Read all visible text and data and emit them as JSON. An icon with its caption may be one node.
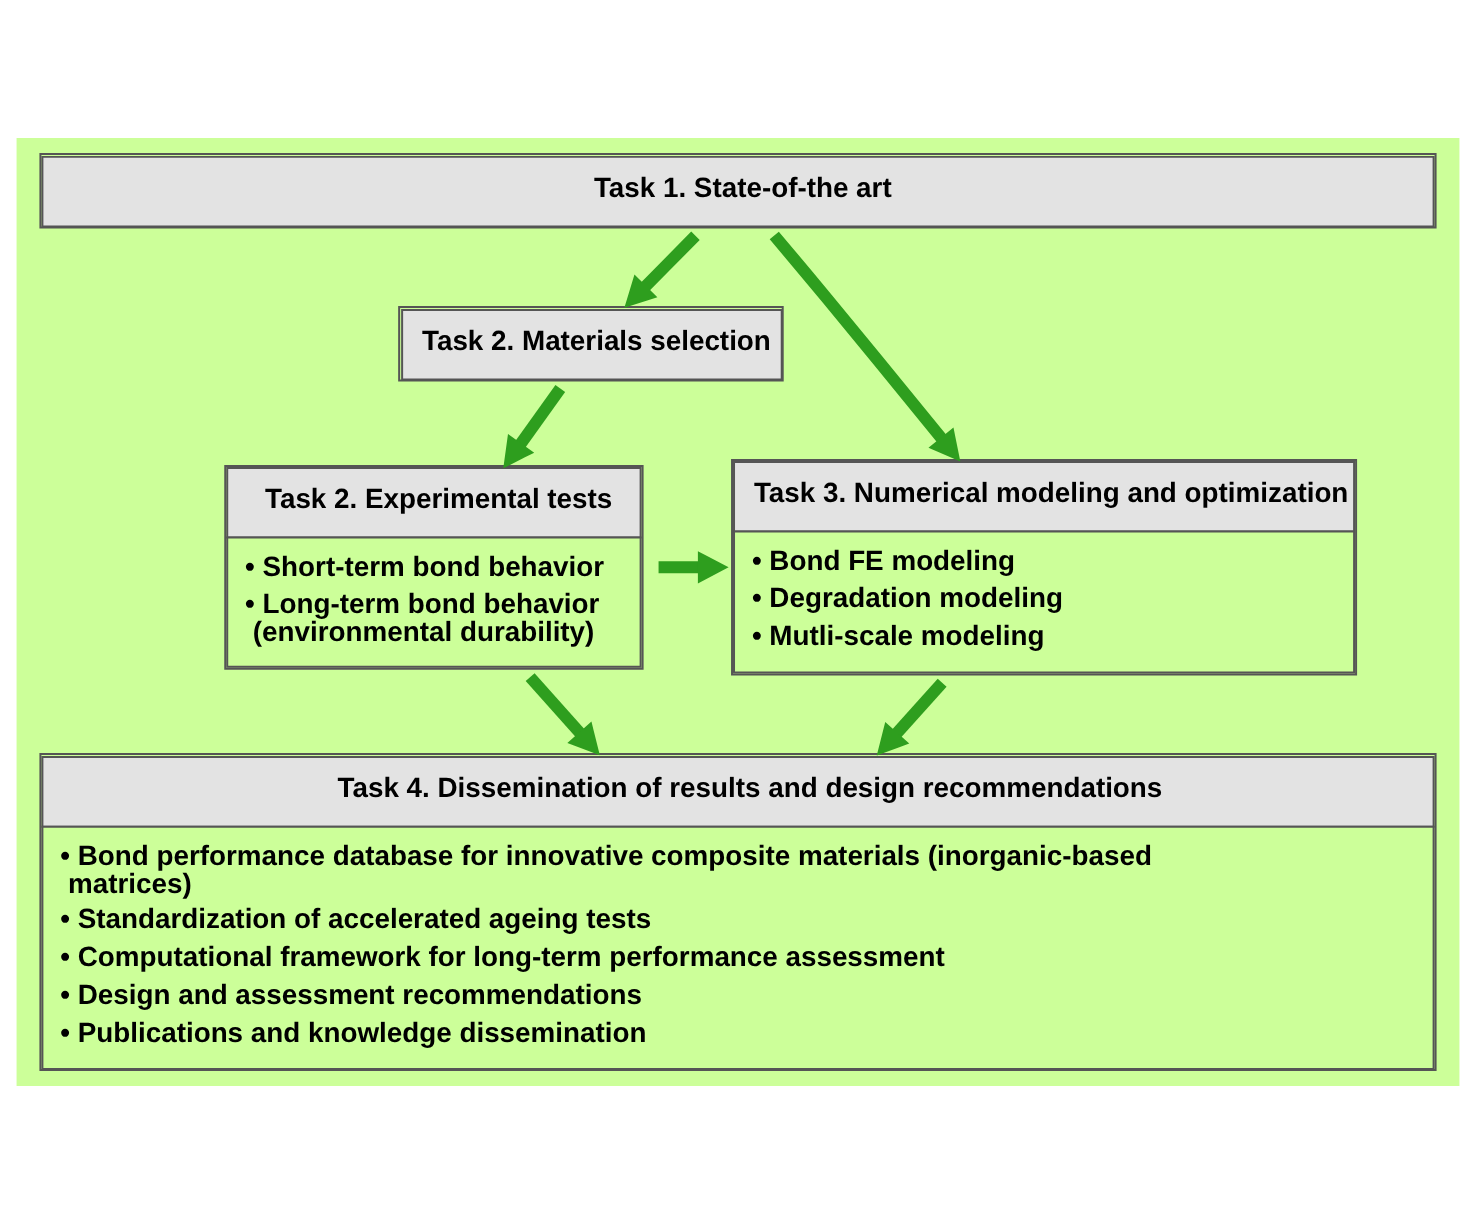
{
  "diagram": {
    "nodes": [
      {
        "text": [
          "Task 1. State-of-the art"
        ]
      },
      {
        "text": [
          "Task 2. Materials selection"
        ]
      },
      {
        "text": [
          "Task 2. Experimental tests",
          "• Short-term bond behavior",
          "• Long-term bond behavior (environmental durability)"
        ]
      },
      {
        "text": [
          "Task 3. Numerical modeling and optimization",
          "• Bond FE modeling",
          "• Degradation modeling",
          "• Mutli-scale modeling"
        ]
      },
      {
        "text": [
          "Task 4. Dissemination of results and design recommendations",
          "• Bond performance database for innovative composite materials (inorganic-based matrices)",
          "• Standardization of accelerated ageing tests",
          "• Computational framework for long-term performance assessment",
          "• Design and assessment recommendations",
          "• Publications and knowledge dissemination"
        ]
      }
    ],
    "edges": [
      {
        "from": 0,
        "to": 1,
        "arrow": "to"
      },
      {
        "from": 1,
        "to": 2,
        "arrow": "to"
      },
      {
        "from": 0,
        "to": 3,
        "arrow": "to"
      },
      {
        "from": 2,
        "to": 3,
        "arrow": "to"
      },
      {
        "from": 2,
        "to": 4,
        "arrow": "to"
      },
      {
        "from": 3,
        "to": 4,
        "arrow": "to"
      }
    ]
  }
}
